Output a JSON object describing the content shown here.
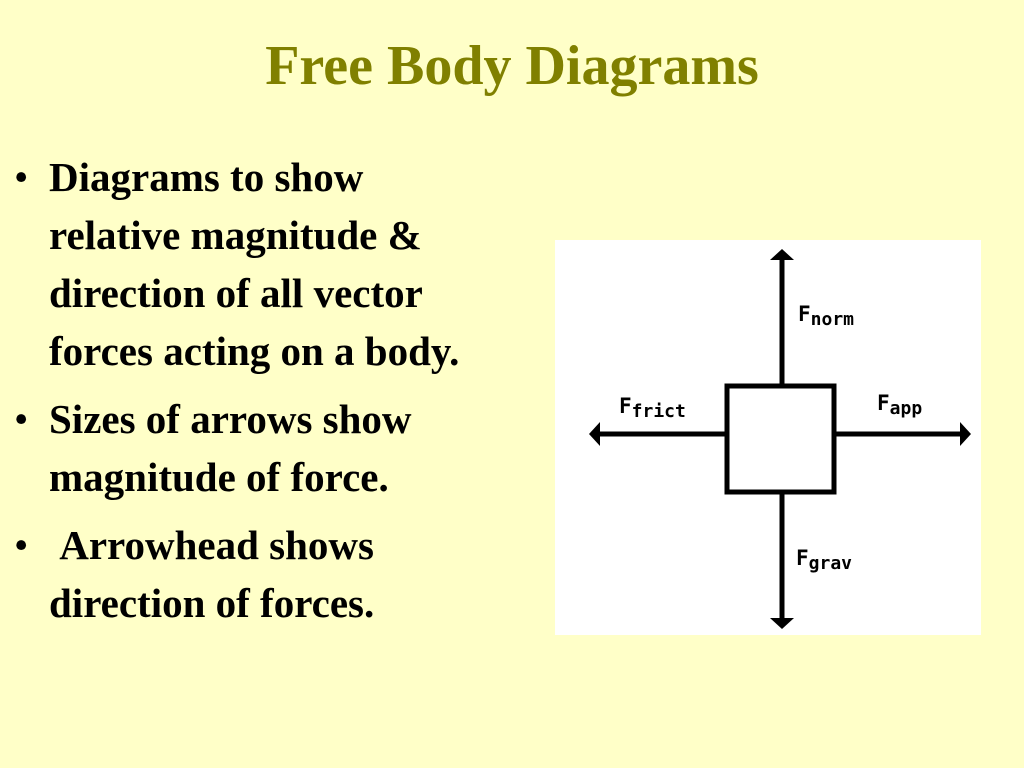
{
  "colors": {
    "background": "#ffffc8",
    "title": "#808000",
    "text": "#000000",
    "panel": "#ffffff"
  },
  "slide": {
    "title": "Free Body Diagrams",
    "bullet_symbol": "•",
    "bullets": [
      {
        "text": "Diagrams to show\nrelative magnitude &\ndirection of all vector\nforces acting on a body."
      },
      {
        "text": "Sizes of arrows show\nmagnitude of force."
      },
      {
        "text": " Arrowhead shows\ndirection of forces."
      }
    ]
  },
  "diagram": {
    "forces": {
      "norm": {
        "symbol": "F",
        "subscript": "norm"
      },
      "frict": {
        "symbol": "F",
        "subscript": "frict"
      },
      "app": {
        "symbol": "F",
        "subscript": "app"
      },
      "grav": {
        "symbol": "F",
        "subscript": "grav"
      }
    }
  }
}
